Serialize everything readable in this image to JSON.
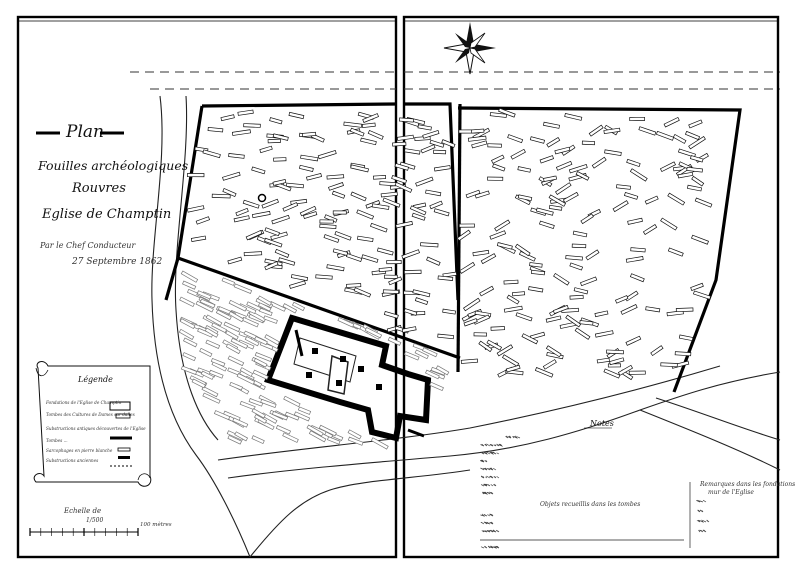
{
  "title_block": {
    "plan": "Plan",
    "fouilles": "Fouilles archéologiques",
    "village": "Rouvres",
    "eglise": "Eglise de Champtin",
    "author": "Par le Chef Conducteur",
    "date": "27 Septembre 1862"
  },
  "legend": {
    "title": "Légende",
    "lines": [
      "Fondations de l'Eglise de Champtin",
      "Tombes des Cultures de Dames sur dalles",
      "Substructions antiques découvertes de l'Eglise",
      "Tombes ...",
      "Sarcophages en pierre blanche",
      "Substructions anciennes"
    ]
  },
  "scale": {
    "title": "Echelle de",
    "unit": "1/500",
    "right_label": "100 mètres"
  },
  "notes": {
    "title": "Notes",
    "side_heading": "Remarques dans les fondations mur de l'Eglise",
    "subheading": "Objets recueillis dans les tombes"
  },
  "colors": {
    "ink": "#111111",
    "paper": "#ffffff",
    "frame": "#000000"
  }
}
